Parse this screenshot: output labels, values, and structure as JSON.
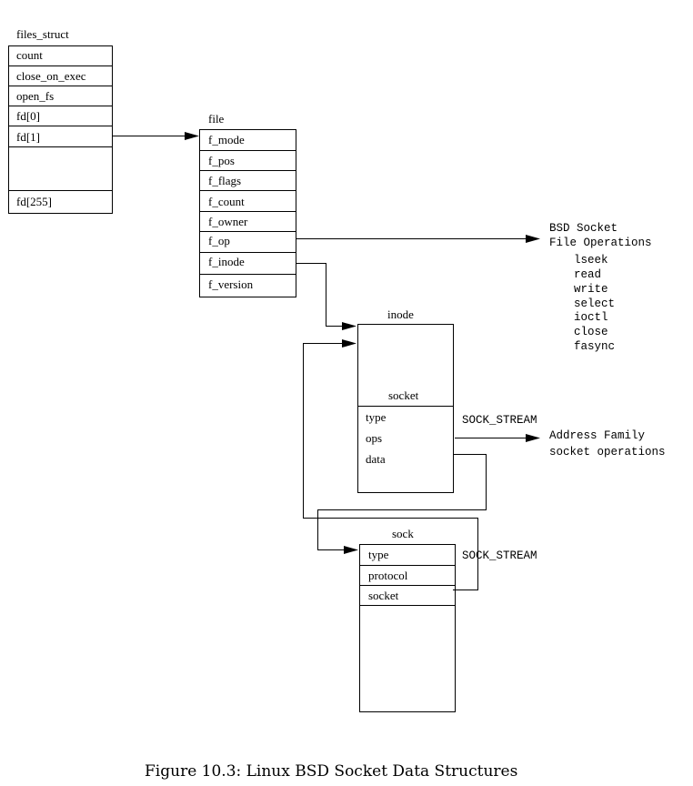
{
  "files_struct": {
    "title": "files_struct",
    "fields": [
      "count",
      "close_on_exec",
      "open_fs",
      "fd[0]",
      "fd[1]",
      "",
      "fd[255]"
    ]
  },
  "file": {
    "title": "file",
    "fields": [
      "f_mode",
      "f_pos",
      "f_flags",
      "f_count",
      "f_owner",
      "f_op",
      "f_inode",
      "f_version"
    ]
  },
  "bsd_ops": {
    "title_line1": "BSD Socket",
    "title_line2": "File Operations",
    "items": [
      "lseek",
      "read",
      "write",
      "select",
      "ioctl",
      "close",
      "fasync"
    ]
  },
  "inode": {
    "title": "inode",
    "socket_title": "socket",
    "fields": [
      "type",
      "ops",
      "data"
    ]
  },
  "sock": {
    "title": "sock",
    "fields": [
      "type",
      "protocol",
      "socket"
    ]
  },
  "labels": {
    "sock_stream_1": "SOCK_STREAM",
    "sock_stream_2": "SOCK_STREAM",
    "af_line1": "Address Family",
    "af_line2": "socket operations"
  },
  "caption": "Figure 10.3: Linux BSD Socket Data Structures"
}
